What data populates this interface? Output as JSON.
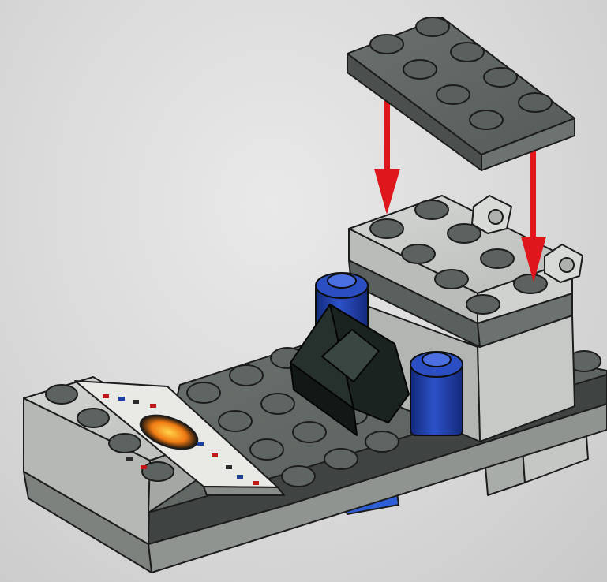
{
  "diagram": {
    "kind": "assembly-instruction-step",
    "colors": {
      "background": "#dcdcdc",
      "light_gray": "#c9ccc9",
      "dark_gray": "#5c625f",
      "black_slope": "#1f2a26",
      "blue": "#1f3fa6",
      "arrow_red": "#e0161d",
      "outline": "#1c1c1c"
    },
    "parts": [
      {
        "name": "dark-gray-plate-2x4",
        "role": "part-being-added"
      },
      {
        "name": "light-gray-base-plate"
      },
      {
        "name": "dark-gray-plate-deck"
      },
      {
        "name": "light-gray-brick-stack"
      },
      {
        "name": "black-slope-windscreen"
      },
      {
        "name": "blue-round-brick-left"
      },
      {
        "name": "blue-round-brick-right"
      },
      {
        "name": "printed-control-panel-tile"
      },
      {
        "name": "clip-hinge-parts"
      }
    ],
    "arrows": [
      {
        "name": "placement-arrow-left",
        "color": "arrow_red"
      },
      {
        "name": "placement-arrow-right",
        "color": "arrow_red"
      }
    ]
  }
}
